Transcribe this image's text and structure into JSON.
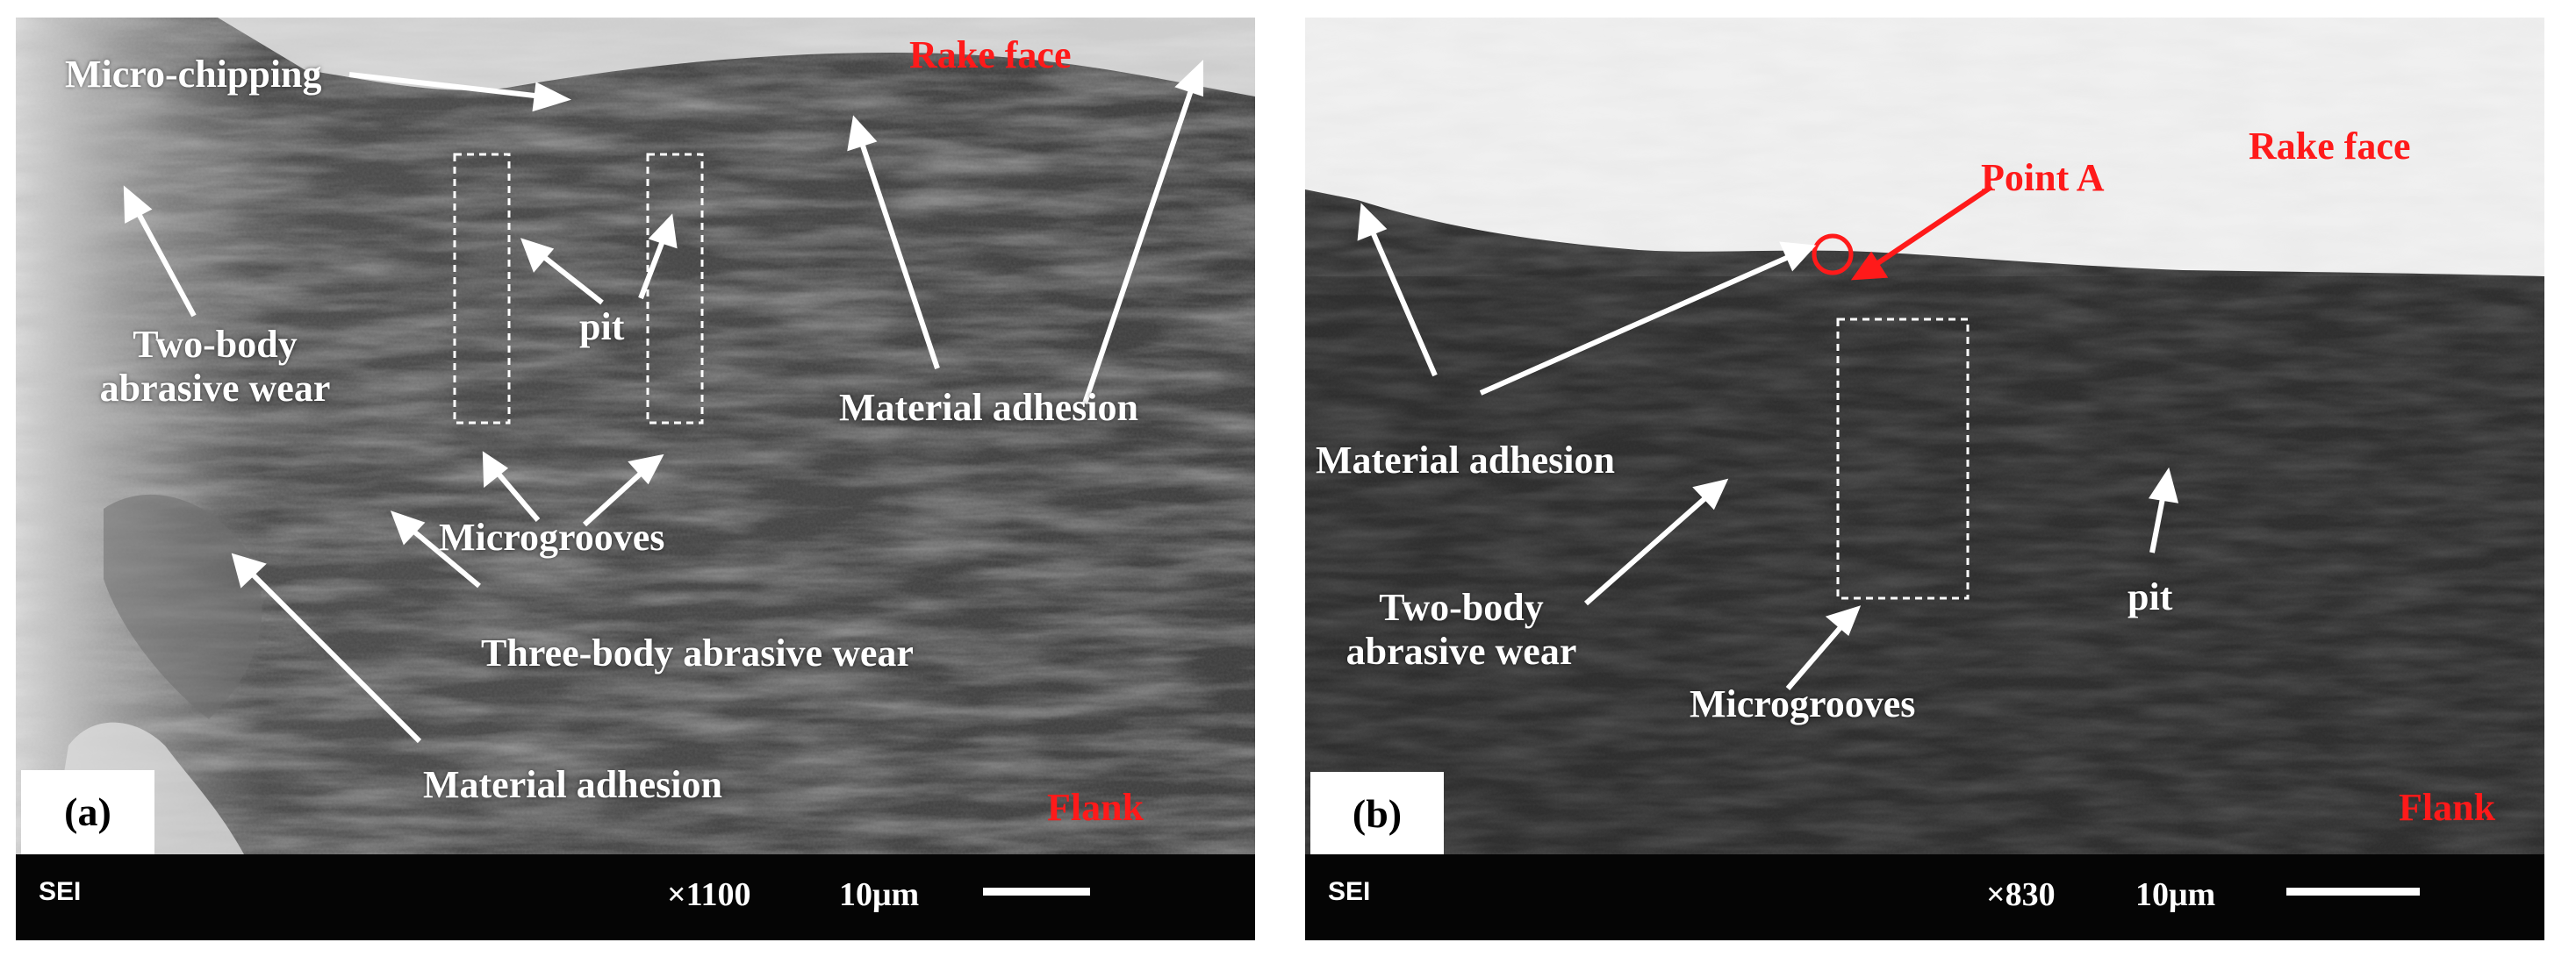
{
  "panel_a": {
    "tag": "(a)",
    "labels": {
      "micro_chipping": "Micro-chipping",
      "rake_face": "Rake face",
      "two_body_line1": "Two-body",
      "two_body_line2": "abrasive wear",
      "pit": "pit",
      "material_adhesion_right": "Material adhesion",
      "microgrooves": "Microgrooves",
      "three_body": "Three-body abrasive wear",
      "material_adhesion_bottom": "Material adhesion",
      "flank": "Flank"
    },
    "info_bar": {
      "detector": "SEI",
      "magnification": "×1100",
      "scale": "10μm"
    }
  },
  "panel_b": {
    "tag": "(b)",
    "labels": {
      "point_a": "Point A",
      "rake_face": "Rake face",
      "material_adhesion": "Material adhesion",
      "two_body_line1": "Two-body",
      "two_body_line2": "abrasive wear",
      "pit": "pit",
      "microgrooves": "Microgrooves",
      "flank": "Flank"
    },
    "info_bar": {
      "detector": "SEI",
      "magnification": "×830",
      "scale": "10μm"
    }
  },
  "colors": {
    "annotation_red": "#ff1a1a",
    "arrow_white": "#ffffff",
    "info_bar": "#050505"
  }
}
